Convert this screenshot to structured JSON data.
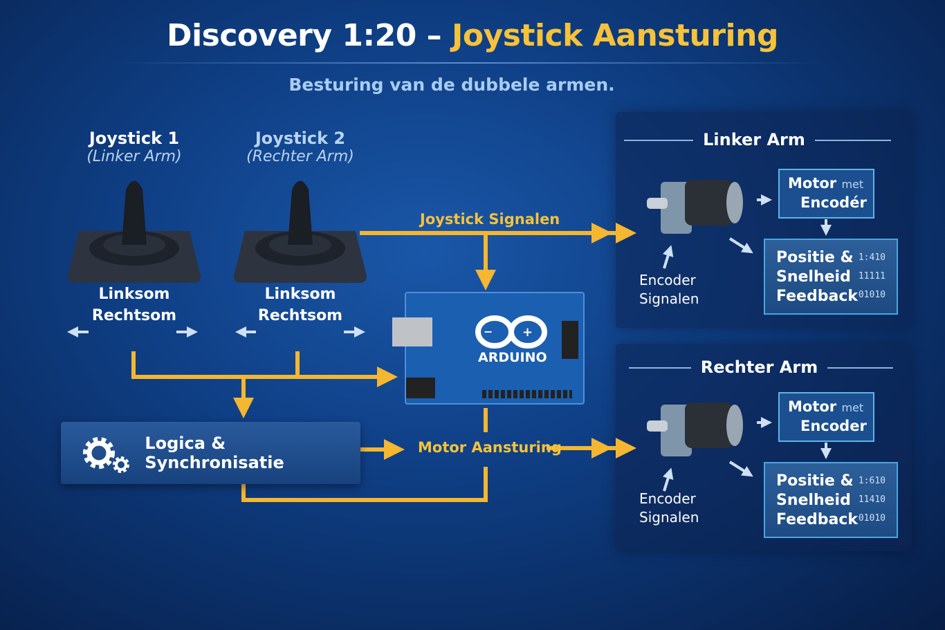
{
  "title": {
    "main": "Discovery 1:20 –",
    "highlight": "Joystick Aansturing"
  },
  "subtitle": "Besturing van de dubbele armen.",
  "joysticks": [
    {
      "title": "Joystick 1",
      "subtitle": "(Linker Arm)",
      "dir1": "Linksom",
      "dir2": "Rechtsom"
    },
    {
      "title": "Joystick 2",
      "subtitle": "(Rechter Arm)",
      "dir1": "Linksom",
      "dir2": "Rechtsom"
    }
  ],
  "signals": {
    "joystick": "Joystick Signalen",
    "motor": "Motor Aansturing"
  },
  "arduino": {
    "label": "ARDUINO"
  },
  "logic": {
    "label": "Logica & Synchronisatie"
  },
  "arms": [
    {
      "title": "Linker Arm",
      "motor": "Motor",
      "met": "met",
      "encoder": "Encodér",
      "fb": [
        "Positie &",
        "Snelheid",
        "Feedback"
      ],
      "bits": [
        "1:410",
        "11111",
        "01010"
      ],
      "enc": [
        "Encoder",
        "Signalen"
      ]
    },
    {
      "title": "Rechter Arm",
      "motor": "Motor",
      "met": "met",
      "encoder": "Encoder",
      "fb": [
        "Positie &",
        "Snelheid",
        "Feedback"
      ],
      "bits": [
        "1:610",
        "11410",
        "01010"
      ],
      "enc": [
        "Encoder",
        "Signalen"
      ]
    }
  ],
  "colors": {
    "accent": "#f5c23a",
    "background": "#0f3f85"
  }
}
